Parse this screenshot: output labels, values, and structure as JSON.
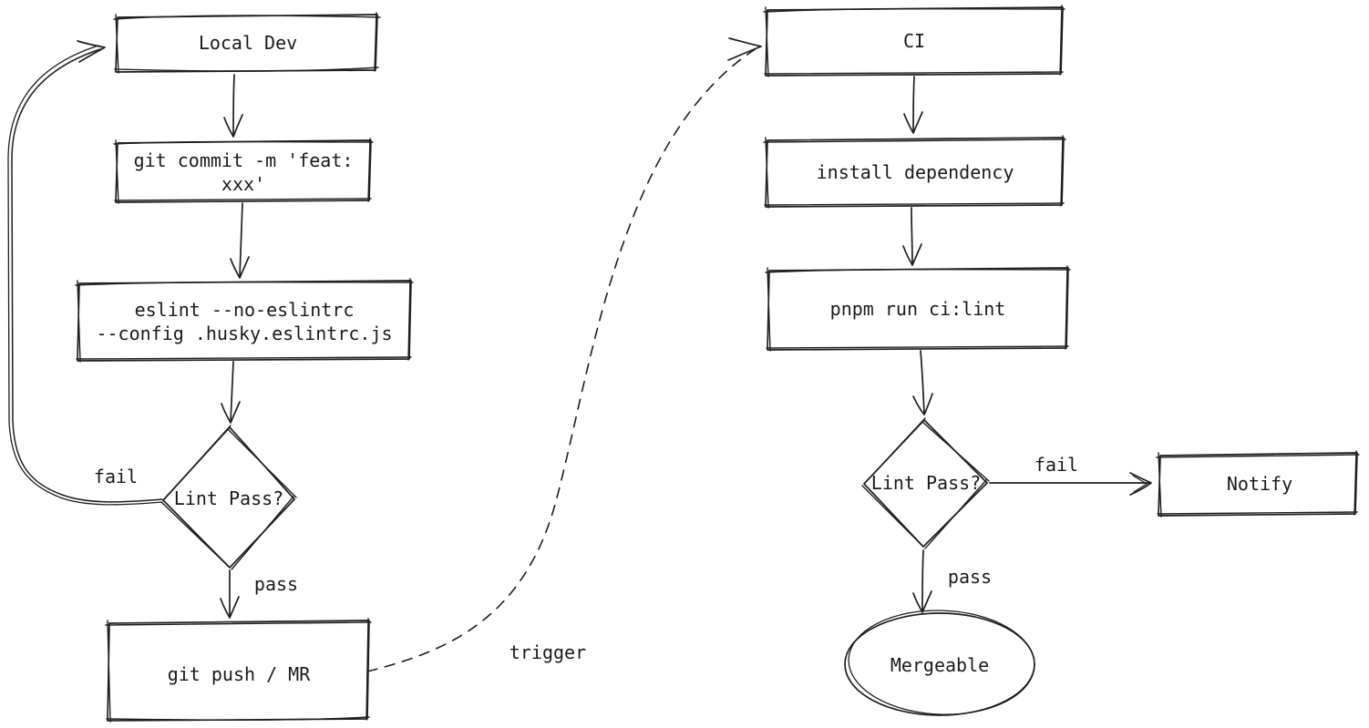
{
  "diagram": {
    "background_color": "#ffffff",
    "stroke_color": "#1e1e1e",
    "nodes": {
      "local_dev": {
        "shape": "rectangle",
        "label": "Local Dev"
      },
      "git_commit": {
        "shape": "rectangle",
        "label": "git commit -m 'feat:\nxxx'"
      },
      "husky_eslint": {
        "shape": "rectangle",
        "label": "eslint --no-eslintrc\n--config .husky.eslintrc.js"
      },
      "lint_pass_local": {
        "shape": "diamond",
        "label": "Lint Pass?"
      },
      "git_push_mr": {
        "shape": "rectangle",
        "label": "git push / MR"
      },
      "ci": {
        "shape": "rectangle",
        "label": "CI"
      },
      "install_dependency": {
        "shape": "rectangle",
        "label": "install dependency"
      },
      "pnpm_run_ci_lint": {
        "shape": "rectangle",
        "label": "pnpm run ci:lint"
      },
      "lint_pass_ci": {
        "shape": "diamond",
        "label": "Lint Pass?"
      },
      "notify": {
        "shape": "rectangle",
        "label": "Notify"
      },
      "mergeable": {
        "shape": "ellipse",
        "label": "Mergeable"
      }
    },
    "edges": {
      "dev_to_commit": {
        "from": "local_dev",
        "to": "git_commit",
        "label": "",
        "style": "solid"
      },
      "commit_to_eslint": {
        "from": "git_commit",
        "to": "husky_eslint",
        "label": "",
        "style": "solid"
      },
      "eslint_to_lint": {
        "from": "husky_eslint",
        "to": "lint_pass_local",
        "label": "",
        "style": "solid"
      },
      "lint_fail_to_dev": {
        "from": "lint_pass_local",
        "to": "local_dev",
        "label": "fail",
        "style": "solid"
      },
      "lint_pass_to_push": {
        "from": "lint_pass_local",
        "to": "git_push_mr",
        "label": "pass",
        "style": "solid"
      },
      "push_trigger_ci": {
        "from": "git_push_mr",
        "to": "ci",
        "label": "trigger",
        "style": "dashed"
      },
      "ci_to_install": {
        "from": "ci",
        "to": "install_dependency",
        "label": "",
        "style": "solid"
      },
      "install_to_pnpm": {
        "from": "install_dependency",
        "to": "pnpm_run_ci_lint",
        "label": "",
        "style": "solid"
      },
      "pnpm_to_lint": {
        "from": "pnpm_run_ci_lint",
        "to": "lint_pass_ci",
        "label": "",
        "style": "solid"
      },
      "ci_lint_fail_to_notify": {
        "from": "lint_pass_ci",
        "to": "notify",
        "label": "fail",
        "style": "solid"
      },
      "ci_lint_pass_to_mergeable": {
        "from": "lint_pass_ci",
        "to": "mergeable",
        "label": "pass",
        "style": "solid"
      }
    }
  }
}
